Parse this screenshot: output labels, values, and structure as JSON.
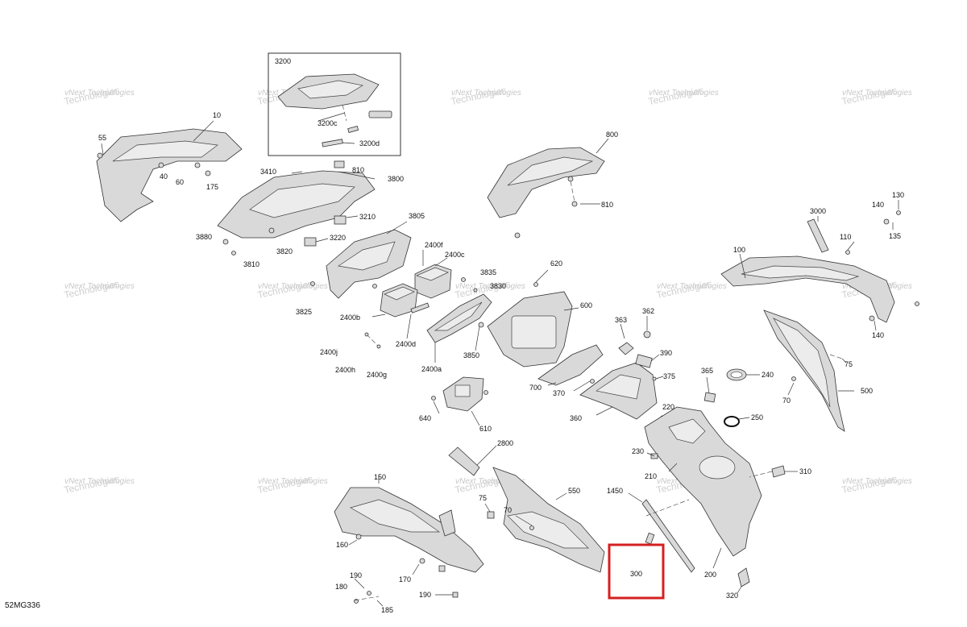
{
  "diagram_code": "52MG336",
  "watermark": {
    "line1": "vNext",
    "line2": "Technologies",
    "line3": "vNext Technologies"
  },
  "highlight_color": "#d42020",
  "labels": {
    "p3200": "3200",
    "p3200c": "3200c",
    "p3200d": "3200d",
    "p10": "10",
    "p55": "55",
    "p40": "40",
    "p60": "60",
    "p175": "175",
    "p3410": "3410",
    "p810a": "810",
    "p3800": "3800",
    "p3210": "3210",
    "p3220": "3220",
    "p3880": "3880",
    "p3820": "3820",
    "p3810": "3810",
    "p800": "800",
    "p810b": "810",
    "p3805": "3805",
    "p2400f": "2400f",
    "p2400c": "2400c",
    "p3835": "3835",
    "p3830": "3830",
    "p3825": "3825",
    "p2400b": "2400b",
    "p2400d": "2400d",
    "p2400a": "2400a",
    "p3850": "3850",
    "p2400j": "2400j",
    "p2400h": "2400h",
    "p2400g": "2400g",
    "p620": "620",
    "p600": "600",
    "p700": "700",
    "p370": "370",
    "p640": "640",
    "p610": "610",
    "p363": "363",
    "p362": "362",
    "p390": "390",
    "p375": "375",
    "p360": "360",
    "p365": "365",
    "p240": "240",
    "p250": "250",
    "p220": "220",
    "p230": "230",
    "p210": "210",
    "p3000": "3000",
    "p110": "110",
    "p140a": "140",
    "p130": "130",
    "p135": "135",
    "p100": "100",
    "p140b": "140",
    "p75a": "75",
    "p70a": "70",
    "p500": "500",
    "p2800": "2800",
    "p150": "150",
    "p160": "160",
    "p170": "170",
    "p190a": "190",
    "p180": "180",
    "p185": "185",
    "p190b": "190",
    "p75b": "75",
    "p70b": "70",
    "p550": "550",
    "p1450": "1450",
    "p300": "300",
    "p310": "310",
    "p200": "200",
    "p320": "320"
  }
}
